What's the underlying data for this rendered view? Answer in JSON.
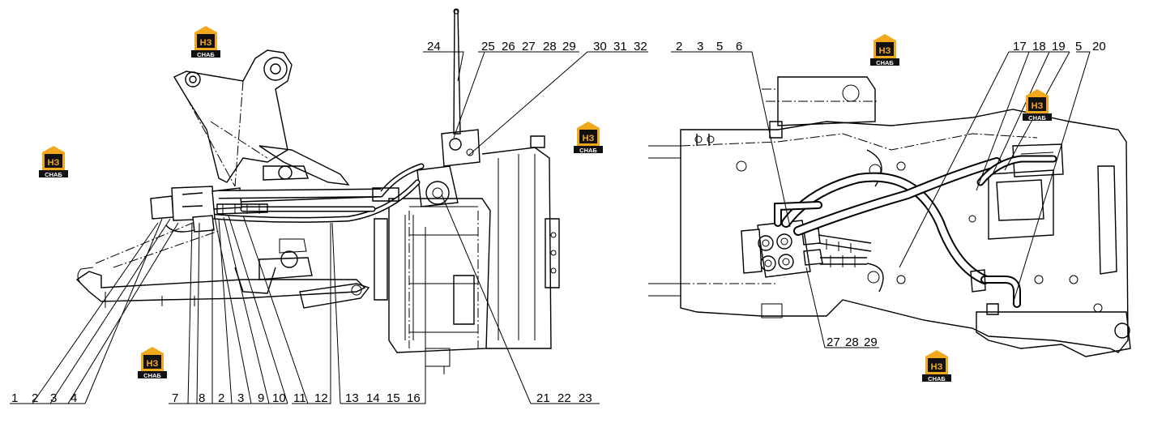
{
  "brand": {
    "logo_text": "НЗ",
    "logo_subtext": "СНАБ",
    "colors": {
      "orange": "#f2a81d",
      "black": "#111111",
      "white": "#ffffff"
    }
  },
  "callouts_left": {
    "top": [
      "24",
      "25",
      "26",
      "27",
      "28",
      "29",
      "30",
      "31",
      "32"
    ],
    "bottom": [
      "1",
      "2",
      "3",
      "4",
      "7",
      "8",
      "2",
      "3",
      "9",
      "10",
      "11",
      "12",
      "13",
      "14",
      "15",
      "16",
      "21",
      "22",
      "23"
    ]
  },
  "callouts_right": {
    "top": [
      "2",
      "3",
      "5",
      "6",
      "17",
      "18",
      "19",
      "5",
      "20"
    ],
    "middle": [
      "27",
      "28",
      "29"
    ]
  }
}
